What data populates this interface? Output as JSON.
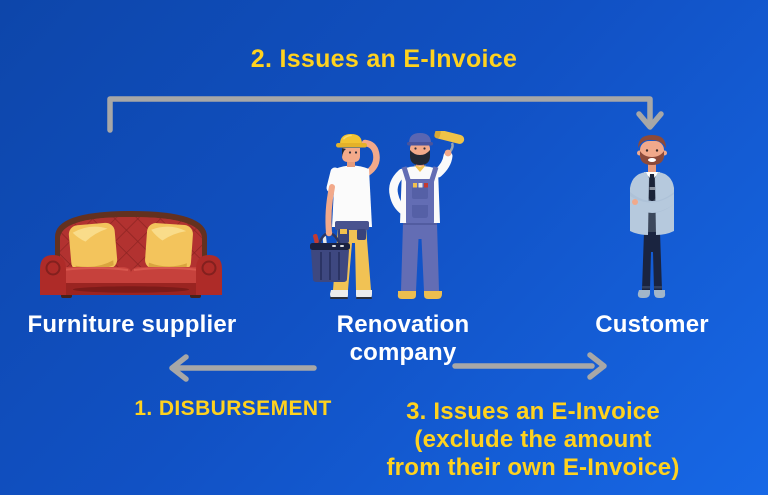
{
  "background": {
    "gradient_start": "#0D46AA",
    "gradient_end": "#1768E6"
  },
  "colors": {
    "accent_yellow": "#FFD21E",
    "label_white": "#FFFFFF",
    "arrow_gray": "#A7A7A7"
  },
  "steps": {
    "step2_label": "2. Issues an E-Invoice",
    "step1_label": "1. DISBURSEMENT",
    "step3_line1": "3. Issues an E-Invoice",
    "step3_line2": "(exclude the amount",
    "step3_line3": "from their own E-Invoice)"
  },
  "entities": [
    {
      "label": "Furniture supplier",
      "illustration": "red-sofa-icon"
    },
    {
      "label": "Renovation company",
      "illustration": "construction-workers-icon"
    },
    {
      "label": "Customer",
      "illustration": "businessman-icon"
    }
  ],
  "arrows": [
    {
      "name": "step2-arrow",
      "direction": "down-to-customer",
      "color": "#A7A7A7"
    },
    {
      "name": "step1-arrow",
      "direction": "right-to-left",
      "color": "#A7A7A7"
    },
    {
      "name": "step3-arrow",
      "direction": "left-to-right",
      "color": "#A7A7A7"
    }
  ]
}
